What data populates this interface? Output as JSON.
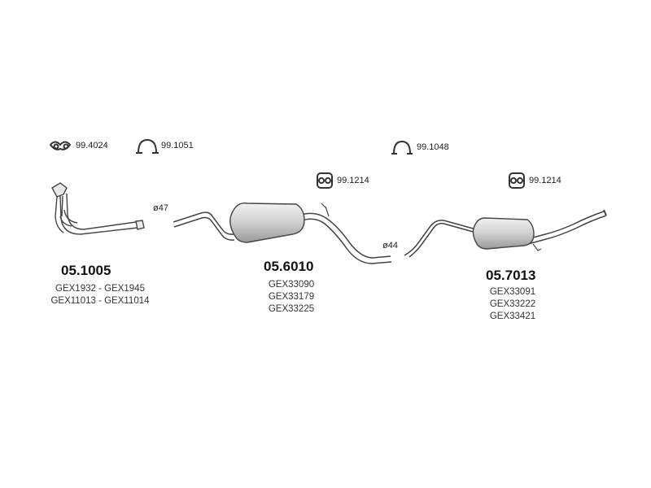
{
  "accessories": [
    {
      "id": "99.4024",
      "icon": "gasket-icon"
    },
    {
      "id": "99.1051",
      "icon": "clamp-icon"
    },
    {
      "id": "99.1048",
      "icon": "clamp-icon"
    },
    {
      "id": "99.1214",
      "icon": "rubber-mount-icon"
    },
    {
      "id": "99.1214",
      "icon": "rubber-mount-icon"
    }
  ],
  "parts": [
    {
      "number": "05.1005",
      "codes": [
        "GEX1932 - GEX1945",
        "GEX11013 - GEX11014"
      ]
    },
    {
      "number": "05.6010",
      "codes": [
        "GEX33090",
        "GEX33179",
        "GEX33225"
      ]
    },
    {
      "number": "05.7013",
      "codes": [
        "GEX33091",
        "GEX33222",
        "GEX33421"
      ]
    }
  ],
  "diameters": [
    "ø47",
    "ø44"
  ],
  "colors": {
    "stroke": "#444444",
    "fill": "#d8d8d8",
    "text": "#222222"
  }
}
